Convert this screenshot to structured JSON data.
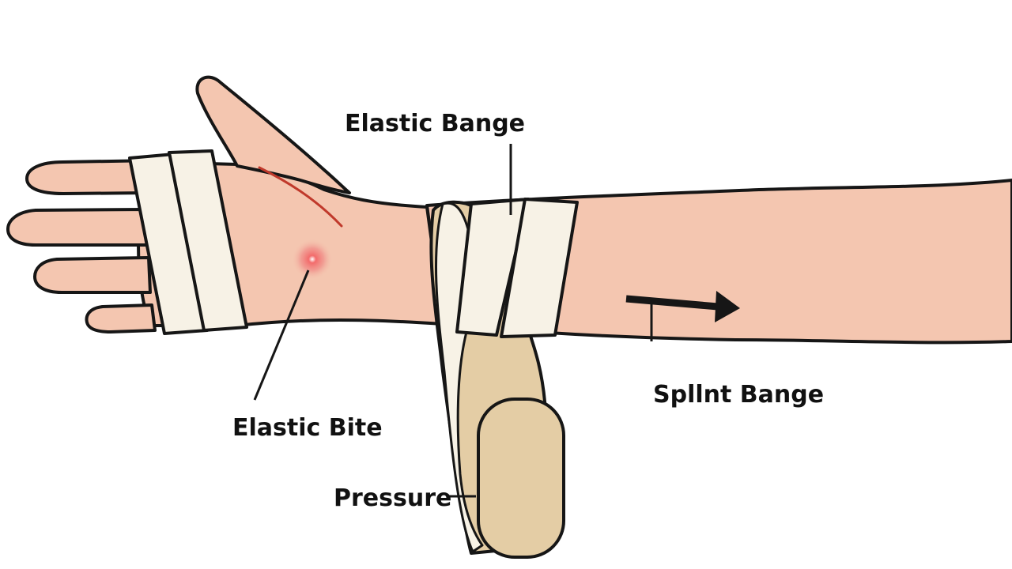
{
  "labels": {
    "top_band": "Elastic Bange",
    "bite": "Elastic Bite",
    "splint": "Spllnt Bange",
    "pressure": "Pressure"
  },
  "colors": {
    "skin": "#F4C6B0",
    "outline": "#161616",
    "bandage": "#F7F2E6",
    "splint": "#E4CDA5",
    "bite": "#E53935"
  }
}
